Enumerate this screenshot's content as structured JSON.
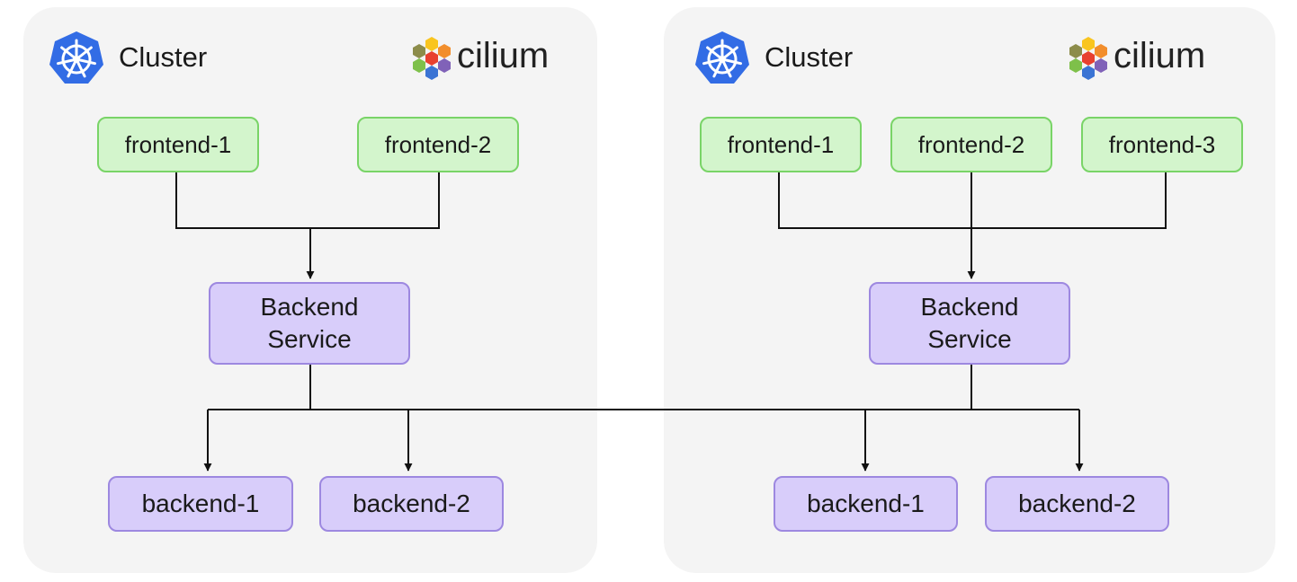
{
  "colors": {
    "cluster_bg": "#f4f4f4",
    "frontend_fill": "#d3f5cc",
    "frontend_border": "#79d467",
    "service_fill": "#d8cdfa",
    "service_border": "#9d88e0",
    "kubernetes_blue": "#326ce5",
    "line": "#111111"
  },
  "icons": {
    "kubernetes": "kubernetes-helm-icon",
    "cilium": "cilium-hexagon-logo"
  },
  "clusters": [
    {
      "title": "Cluster",
      "brand": "cilium",
      "frontends": [
        "frontend-1",
        "frontend-2"
      ],
      "service": {
        "line1": "Backend",
        "line2": "Service"
      },
      "backends": [
        "backend-1",
        "backend-2"
      ]
    },
    {
      "title": "Cluster",
      "brand": "cilium",
      "frontends": [
        "frontend-1",
        "frontend-2",
        "frontend-3"
      ],
      "service": {
        "line1": "Backend",
        "line2": "Service"
      },
      "backends": [
        "backend-1",
        "backend-2"
      ]
    }
  ]
}
